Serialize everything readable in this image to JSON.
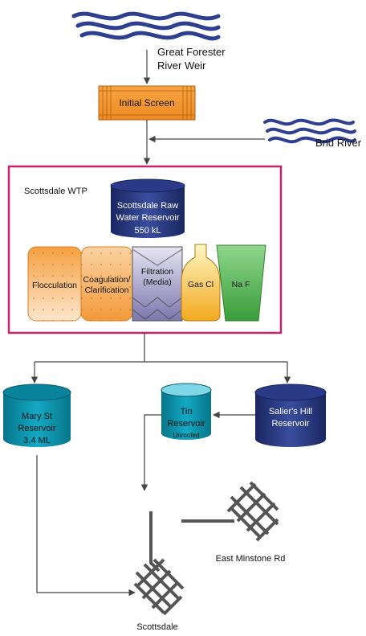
{
  "sources": {
    "great_forester": {
      "line1": "Great Forester",
      "line2": "River Weir"
    },
    "brid_river": "Brid River"
  },
  "initial_screen": "Initial Screen",
  "wtp": {
    "title": "Scottsdale WTP",
    "raw_reservoir": {
      "line1": "Scottsdale Raw",
      "line2": "Water Reservoir",
      "line3": "550 kL"
    },
    "stages": {
      "flocculation": "Flocculation",
      "coagulation_line1": "Coagulation/",
      "coagulation_line2": "Clarification",
      "filtration_line1": "Filtration",
      "filtration_line2": "(Media)",
      "gas_cl": "Gas Cl",
      "naf": "Na F"
    }
  },
  "reservoirs": {
    "mary_st": {
      "line1": "Mary St",
      "line2": "Reservoir",
      "line3": "3.4 ML"
    },
    "tin": {
      "line1": "Tin",
      "line2": "Reservoir",
      "line3": "Unroofed"
    },
    "saliers_hill": {
      "line1": "Salier's Hill",
      "line2": "Reservoir"
    }
  },
  "localities": {
    "east_minstone": "East Minstone Rd",
    "scottsdale": "Scottsdale"
  },
  "colors": {
    "river": "#2e3f8f",
    "screen": "#f39a3a",
    "wtp_border": "#c8226a",
    "reservoir_dark": "#1f2e6e",
    "reservoir_teal": "#0b8fa6",
    "filtration": "#8a86b8",
    "gas_cl": "#f2b22e",
    "naf": "#4caf50",
    "network": "#555555"
  }
}
